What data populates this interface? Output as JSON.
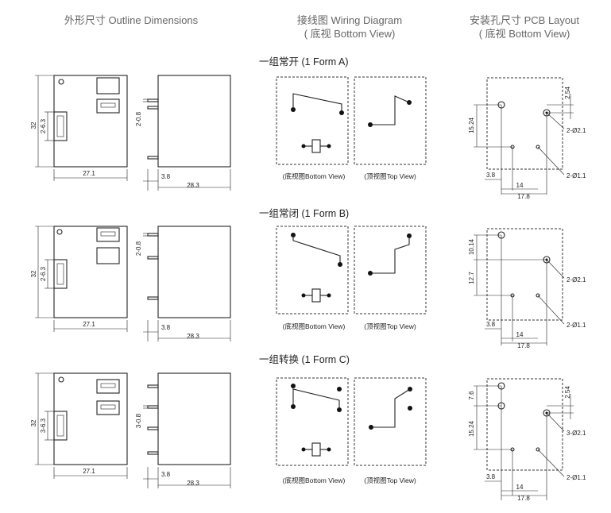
{
  "headers": {
    "outline": "外形尺寸 Outline Dimensions",
    "wiring_line1": "接线图 Wiring Diagram",
    "wiring_line2": "( 底视 Bottom View)",
    "pcb_line1": "安装孔尺寸 PCB Layout",
    "pcb_line2": "( 底视 Bottom View)"
  },
  "sections": [
    {
      "title": "一组常开 (1 Form A)",
      "outline_dims": {
        "height": "32",
        "pin_spacing": "2-6.3",
        "width": "27.1",
        "side_pin": "2-0.8",
        "pin_offset": "3.8",
        "depth": "28.3"
      },
      "captions": {
        "bottom": "(底视图Bottom View)",
        "top": "(顶视图Top View)"
      },
      "pcb_dims": {
        "v_spacing": "15.24",
        "top_offset": "2.54",
        "big_holes": "2-Ø2.1",
        "small_holes": "2-Ø1.1",
        "left": "3.8",
        "mid": "14",
        "total": "17.8"
      }
    },
    {
      "title": "一组常闭 (1 Form B)",
      "outline_dims": {
        "height": "32",
        "pin_spacing": "2-6.3",
        "width": "27.1",
        "side_pin": "2-0.8",
        "pin_offset": "3.8",
        "depth": "28.3"
      },
      "captions": {
        "bottom": "(底视图Bottom View)",
        "top": "(顶视图Top View)"
      },
      "pcb_dims": {
        "v_spacing_top": "10.14",
        "v_spacing_bottom": "12.7",
        "big_holes": "2-Ø2.1",
        "small_holes": "2-Ø1.1",
        "left": "3.8",
        "mid": "14",
        "total": "17.8"
      }
    },
    {
      "title": "一组转换 (1 Form C)",
      "outline_dims": {
        "height": "32",
        "pin_spacing": "3-6.3",
        "width": "27.1",
        "side_pin": "3-0.8",
        "pin_offset": "3.8",
        "depth": "28.3"
      },
      "captions": {
        "bottom": "(底视图Bottom View)",
        "top": "(顶视图Top View)"
      },
      "pcb_dims": {
        "top_offset_a": "7.6",
        "top_offset_b": "2.54",
        "v_spacing": "15.24",
        "big_holes": "3-Ø2.1",
        "small_holes": "2-Ø1.1",
        "left": "3.8",
        "mid": "14",
        "total": "17.8"
      }
    }
  ]
}
